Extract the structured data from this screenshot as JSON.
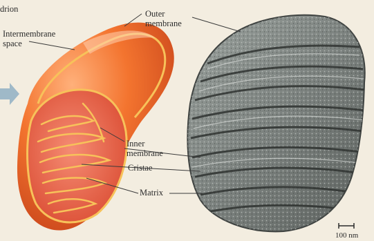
{
  "labels": {
    "mitochondrion_fragment": "drion",
    "intermembrane_space": [
      "Intermembrane",
      "space"
    ],
    "outer_membrane": [
      "Outer",
      "membrane"
    ],
    "inner_membrane": [
      "Inner",
      "membrane"
    ],
    "cristae": "Cristae",
    "matrix": "Matrix",
    "scale_bar": "100 nm"
  },
  "colors": {
    "background": "#f3ede0",
    "outer_membrane": "#f06a2a",
    "inner_fold": "#e24a1e",
    "membrane_outline": "#f7c25a",
    "interior": "#e46a4f",
    "micrograph": "#7e8580",
    "leader_line": "#3a3a3a",
    "arrow": "#9fb9c8"
  },
  "icons": [
    "arrow-right-icon"
  ]
}
